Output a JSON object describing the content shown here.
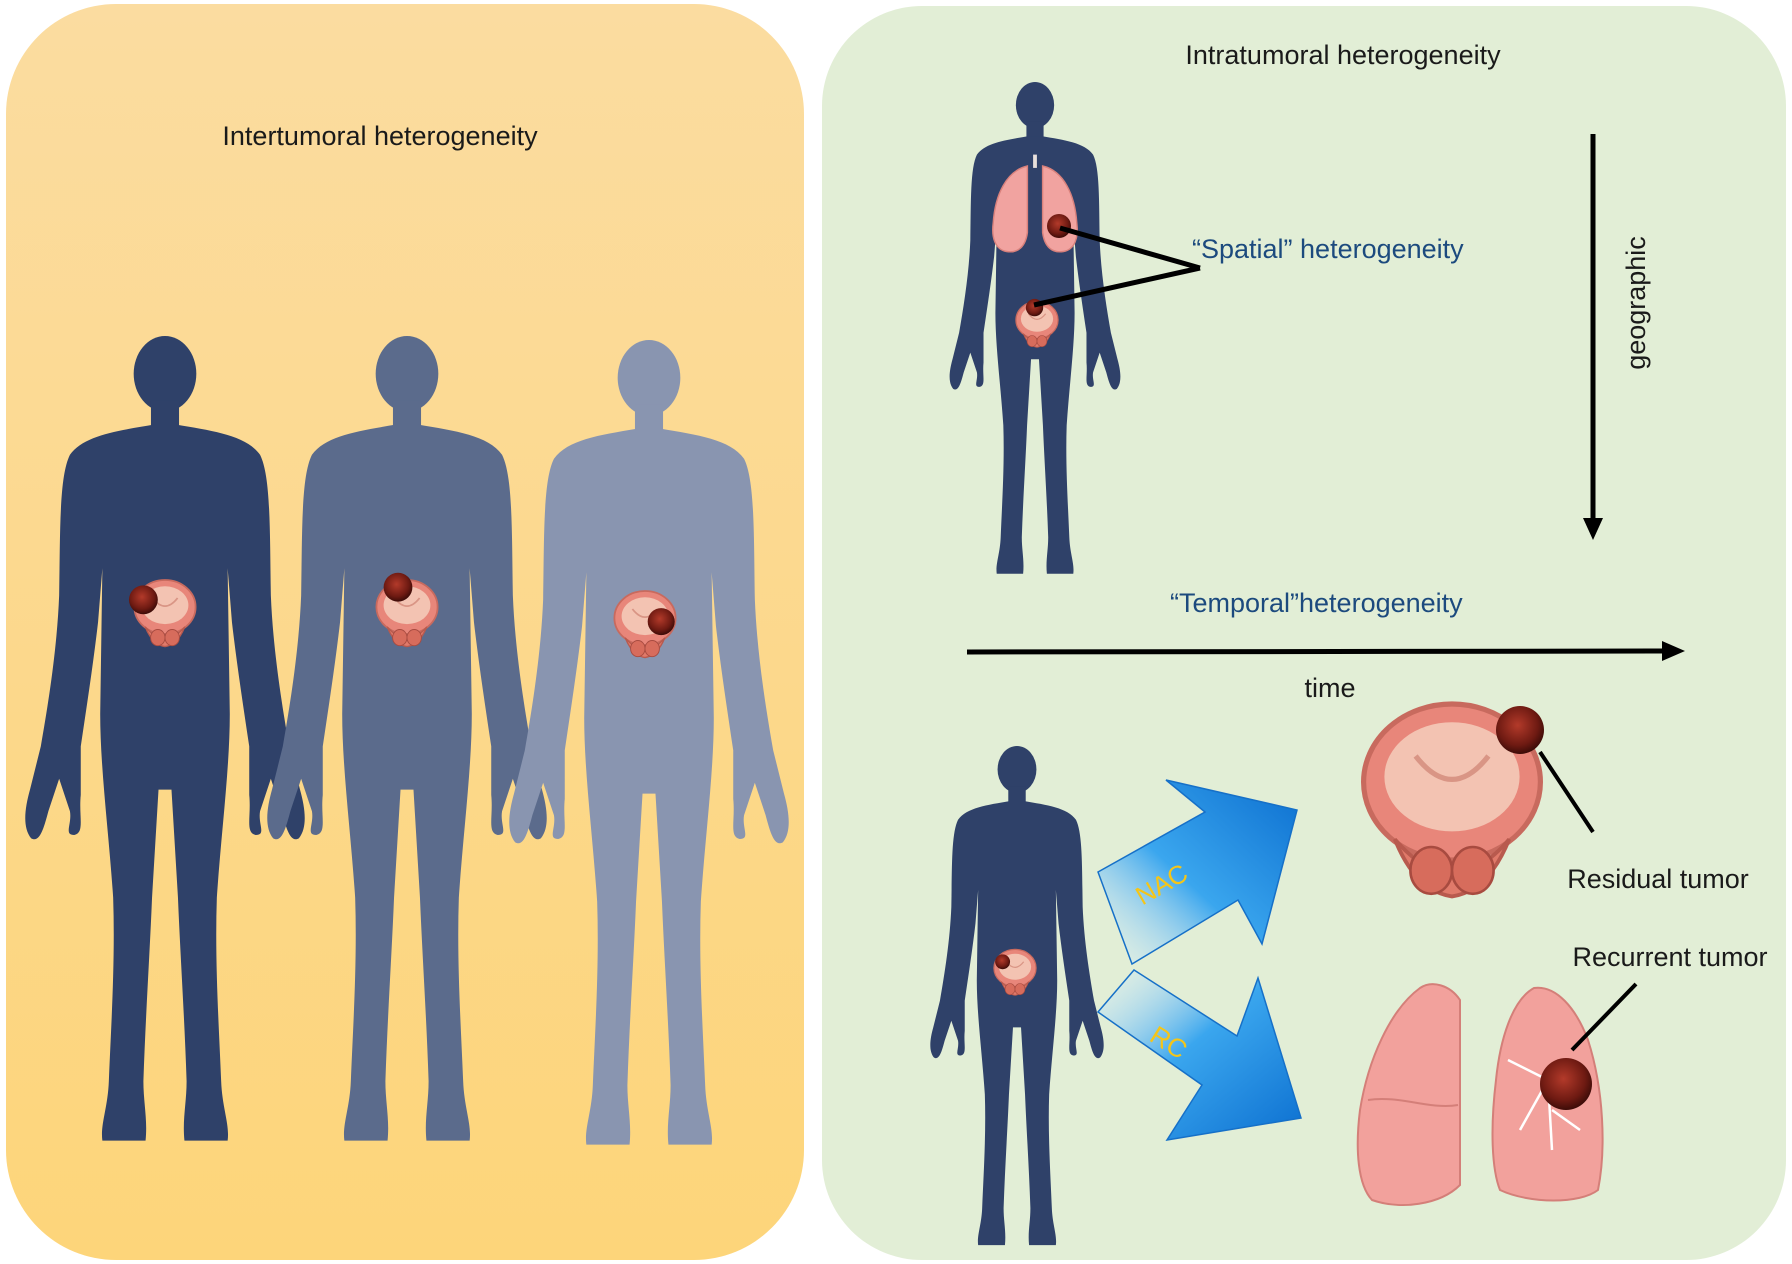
{
  "left_panel": {
    "title": "Intertumoral heterogeneity",
    "bg_top": "#fbdca0",
    "bg_bottom": "#fdd57a",
    "figure_colors": [
      "#2f4169",
      "#5b6b8c",
      "#8995b0"
    ]
  },
  "right_panel": {
    "title": "Intratumoral heterogeneity",
    "bg": "#e2eed6",
    "spatial_label": "“Spatial” heterogeneity",
    "geographic_label": "geographic",
    "temporal_label": "“Temporal”heterogeneity",
    "time_label": "time",
    "nac_label": "NAC",
    "rc_label": "RC",
    "residual_label": "Residual tumor",
    "recurrent_label": "Recurrent tumor"
  },
  "colors": {
    "figure_dark": "#2f4169",
    "accent_text": "#1c4a7e",
    "arrow_blue": "#1a8ee8",
    "arrow_label": "#f5c518",
    "organ_pink": "#ee9a90",
    "tumor": "#7a1a12"
  },
  "icons": [
    "human-silhouette-icon",
    "bladder-icon",
    "lung-icon",
    "tumor-icon",
    "treatment-arrow-icon"
  ]
}
